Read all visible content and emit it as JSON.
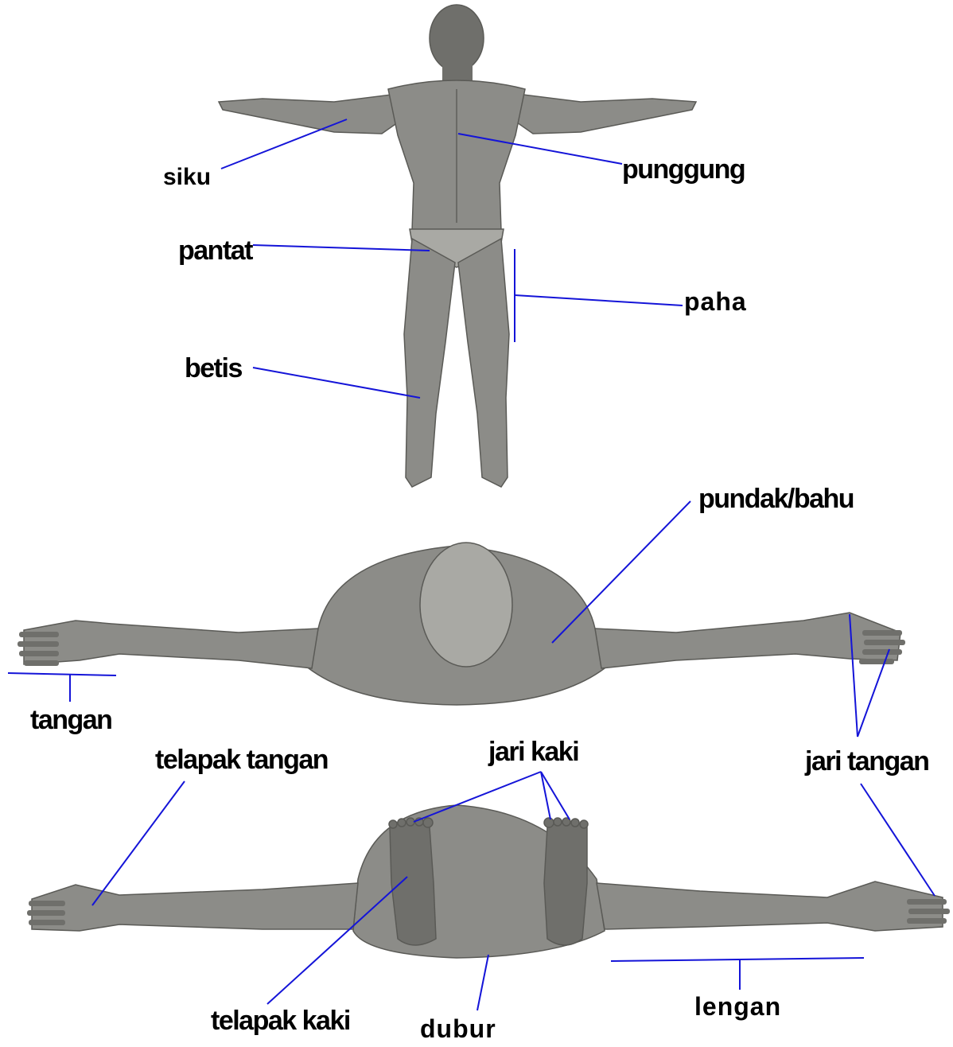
{
  "labels": {
    "siku": "siku",
    "punggung": "punggung",
    "pantat": "pantat",
    "paha": "paha",
    "betis": "betis",
    "pundak_bahu": "pundak/bahu",
    "tangan": "tangan",
    "telapak_tangan": "telapak tangan",
    "jari_kaki": "jari kaki",
    "jari_tangan": "jari tangan",
    "telapak_kaki": "telapak kaki",
    "dubur": "dubur",
    "lengan": "lengan"
  },
  "colors": {
    "leader_line": "#1414d8",
    "figure": "#8c8c88"
  }
}
